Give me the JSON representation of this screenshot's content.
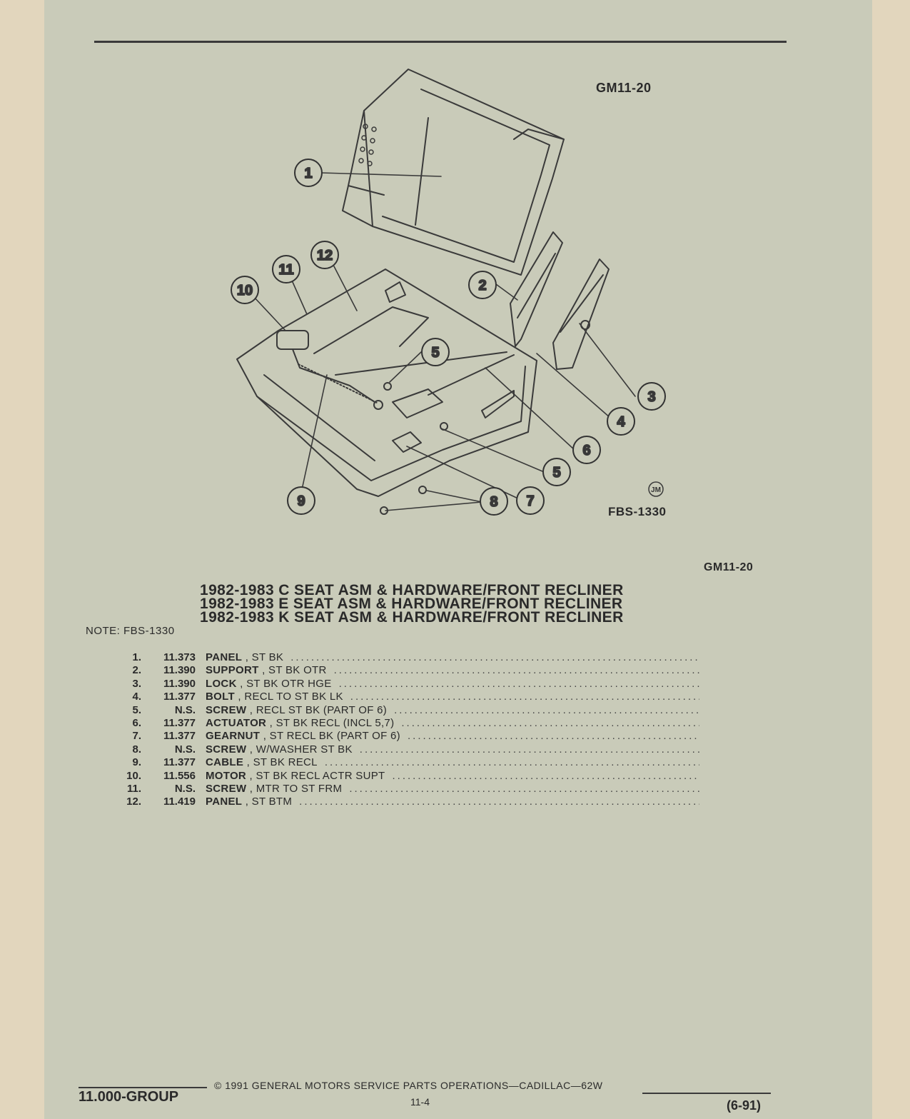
{
  "page": {
    "figure_id_top": "GM11-20",
    "figure_code": "FBS-1330",
    "artist_mark": "JM",
    "figure_id_list": "GM11-20",
    "titles": [
      "1982-1983 C SEAT ASM & HARDWARE/FRONT RECLINER",
      "1982-1983 E SEAT ASM & HARDWARE/FRONT RECLINER",
      "1982-1983 K SEAT ASM & HARDWARE/FRONT RECLINER"
    ],
    "note": "NOTE:  FBS-1330"
  },
  "callouts": [
    "1",
    "2",
    "3",
    "4",
    "5",
    "5",
    "6",
    "7",
    "8",
    "9",
    "10",
    "11",
    "12"
  ],
  "parts": [
    {
      "num": "1.",
      "code": "11.373",
      "name": "PANEL",
      "desc": " , ST BK"
    },
    {
      "num": "2.",
      "code": "11.390",
      "name": "SUPPORT",
      "desc": " , ST BK OTR"
    },
    {
      "num": "3.",
      "code": "11.390",
      "name": "LOCK",
      "desc": " , ST BK OTR HGE"
    },
    {
      "num": "4.",
      "code": "11.377",
      "name": "BOLT",
      "desc": " , RECL TO ST BK LK"
    },
    {
      "num": "5.",
      "code": "N.S.",
      "name": "SCREW",
      "desc": " , RECL ST BK (PART OF 6)"
    },
    {
      "num": "6.",
      "code": "11.377",
      "name": "ACTUATOR",
      "desc": " , ST BK RECL (INCL 5,7)"
    },
    {
      "num": "7.",
      "code": "11.377",
      "name": "GEARNUT",
      "desc": " , ST RECL BK (PART OF 6)"
    },
    {
      "num": "8.",
      "code": "N.S.",
      "name": "SCREW",
      "desc": " , W/WASHER ST BK"
    },
    {
      "num": "9.",
      "code": "11.377",
      "name": "CABLE",
      "desc": " , ST BK RECL"
    },
    {
      "num": "10.",
      "code": "11.556",
      "name": "MOTOR",
      "desc": " , ST BK RECL ACTR SUPT"
    },
    {
      "num": "11.",
      "code": "N.S.",
      "name": "SCREW",
      "desc": " , MTR TO ST FRM"
    },
    {
      "num": "12.",
      "code": "11.419",
      "name": "PANEL",
      "desc": " , ST BTM"
    }
  ],
  "footer": {
    "group": "11.000-GROUP",
    "copyright": "©  1991  GENERAL MOTORS SERVICE PARTS OPERATIONS—CADILLAC—62W",
    "page_number": "11-4",
    "date_code": "(6-91)"
  }
}
